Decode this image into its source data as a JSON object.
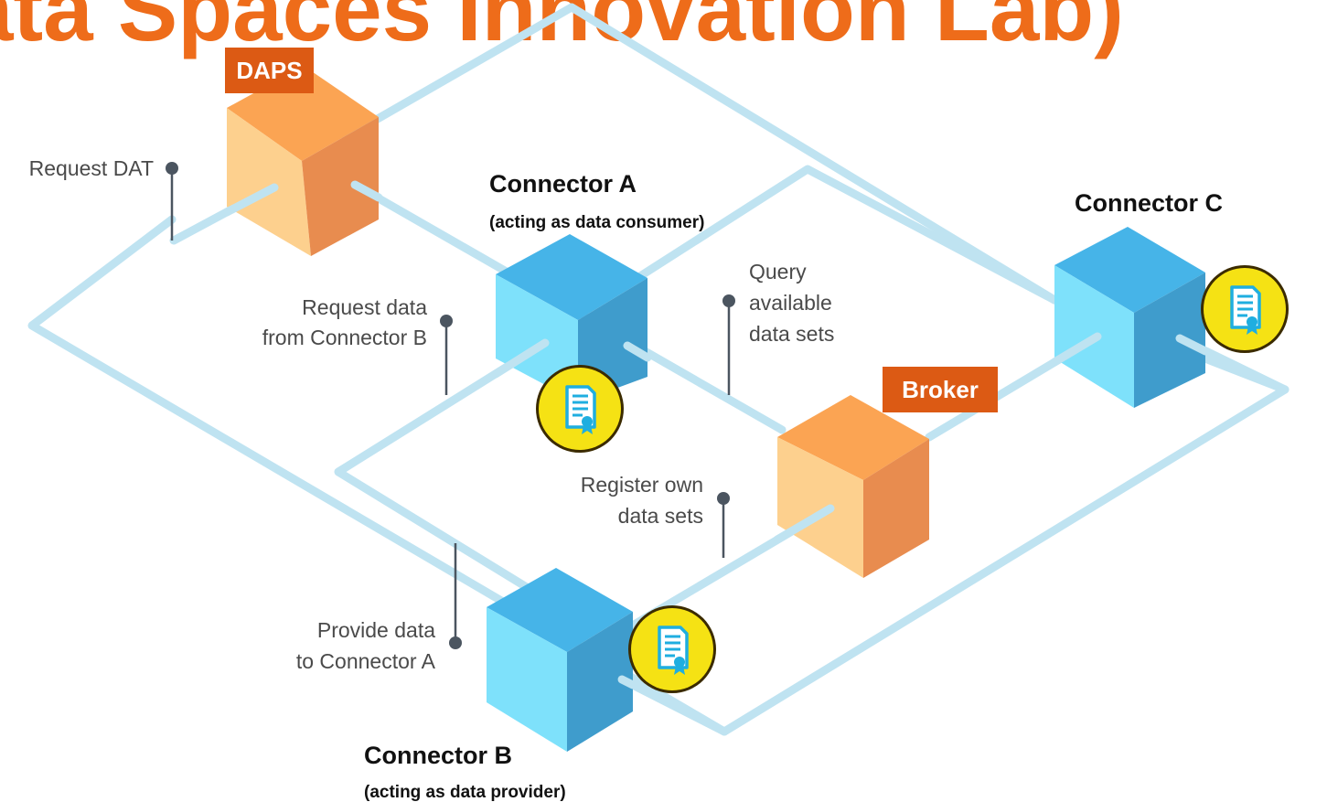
{
  "header": {
    "title": "ata Spaces Innovation Lab)",
    "title_color": "#ee6c1a"
  },
  "colors": {
    "track": "#bfe3f1",
    "connector_top": "#46b4e8",
    "connector_left": "#7ee1fb",
    "connector_right": "#3f9ccc",
    "service_top": "#fba453",
    "service_left": "#fdd08e",
    "service_right": "#e88c4f",
    "tag_background": "#dc5a14",
    "certificate_fill": "#f5e214",
    "certificate_icon": "#1faee0"
  },
  "tags": {
    "daps": "DAPS",
    "broker": "Broker"
  },
  "connectors": {
    "a": {
      "title": "Connector A",
      "subtitle": "(acting as data consumer)",
      "certificate_icon": "certificate-icon"
    },
    "b": {
      "title": "Connector B",
      "subtitle": "(acting as data provider)",
      "certificate_icon": "certificate-icon"
    },
    "c": {
      "title": "Connector C",
      "certificate_icon": "certificate-icon"
    }
  },
  "callouts": {
    "request_dat": [
      "Request DAT"
    ],
    "request_data": [
      "Request data",
      "from Connector B"
    ],
    "query": [
      "Query",
      "available",
      "data sets"
    ],
    "register": [
      "Register own",
      "data sets"
    ],
    "provide": [
      "Provide data",
      "to Connector A"
    ]
  }
}
